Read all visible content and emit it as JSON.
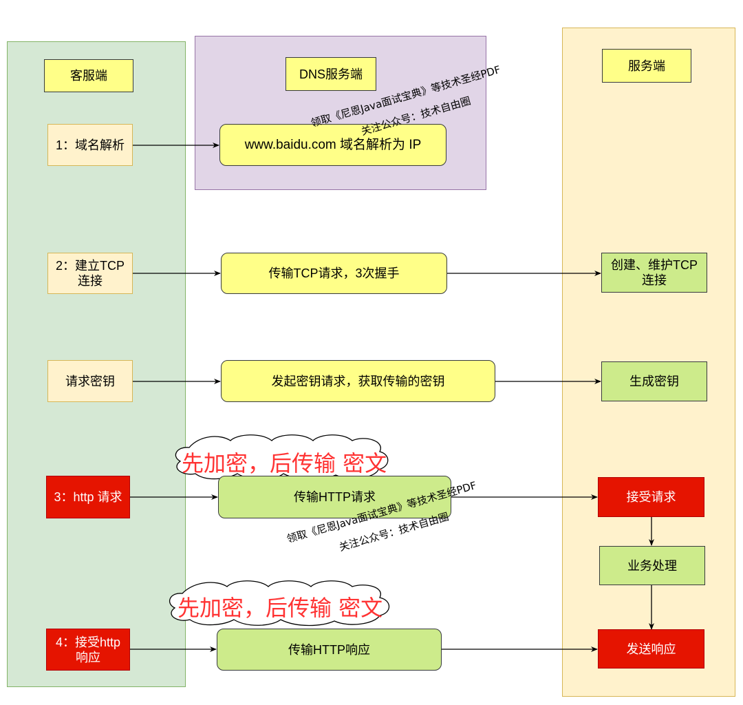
{
  "lanes": {
    "client": "客服端",
    "dns": "DNS服务端",
    "server": "服务端"
  },
  "steps": {
    "dns_resolve": "1：域名解析",
    "dns_action": "www.baidu.com 域名解析为 IP",
    "tcp_client": "2：建立TCP\n连接",
    "tcp_action": "传输TCP请求，3次握手",
    "tcp_server": "创建、维护TCP\n连接",
    "key_client": "请求密钥",
    "key_action": "发起密钥请求，获取传输的密钥",
    "key_server": "生成密钥",
    "http_req_client": "3：http 请求",
    "http_req_action": "传输HTTP请求",
    "http_req_server": "接受请求",
    "business": "业务处理",
    "http_resp_client": "4：接受http\n响应",
    "http_resp_action": "传输HTTP响应",
    "http_resp_server": "发送响应"
  },
  "clouds": {
    "cloud1": "先加密，后传输 密文",
    "cloud2": "先加密，后传输 密文"
  },
  "watermarks": {
    "wm1_line1": "领取《尼恩Java面试宝典》等技术圣经PDF",
    "wm1_line2": "关注公众号：技术自由圈",
    "wm2_line1": "领取《尼恩Java面试宝典》等技术圣经PDF",
    "wm2_line2": "关注公众号：技术自由圈"
  },
  "colors": {
    "client_lane": "#d5e8d4",
    "dns_lane": "#e1d5e7",
    "server_lane": "#fff2cc",
    "red": "#e51400",
    "green": "#cdeb8b",
    "yellow": "#ffff88",
    "cloud_text": "#ff3333"
  }
}
